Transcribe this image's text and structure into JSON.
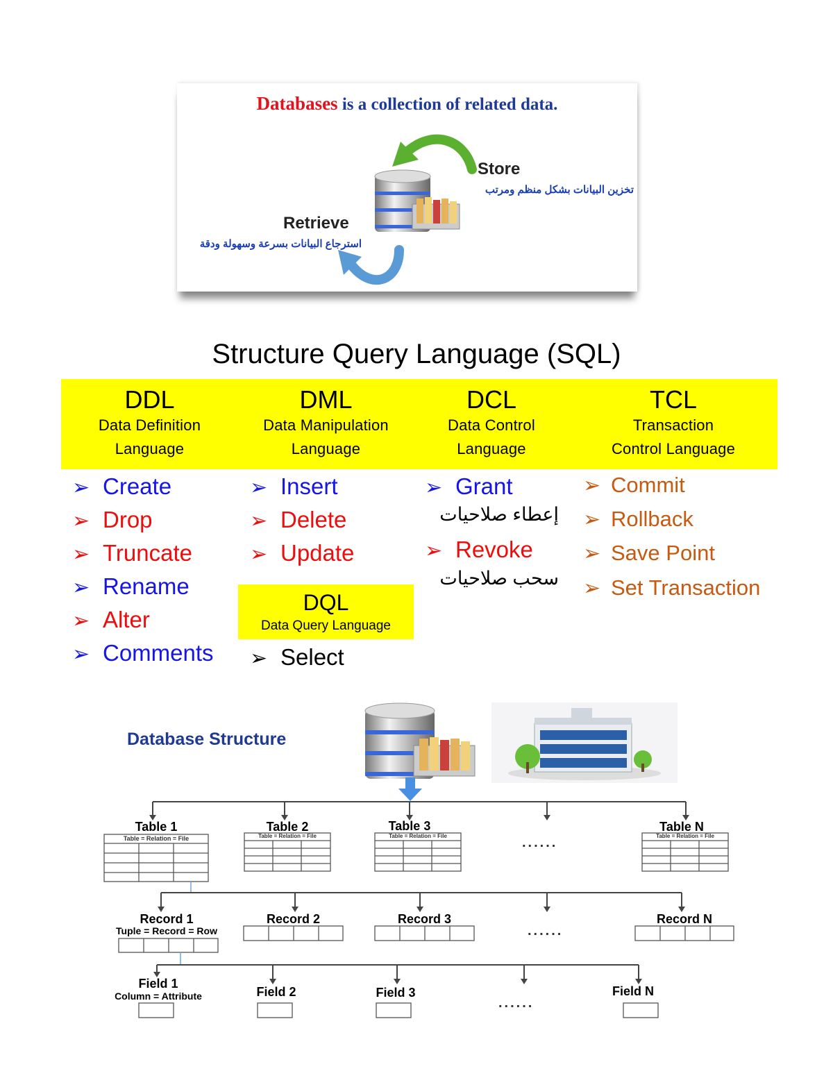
{
  "intro": {
    "headline_red": "Databases",
    "headline_rest": " is a collection of related data.",
    "store_label": "Store",
    "store_arabic": "تخزين البيانات بشكل منظم ومرتب",
    "retrieve_label": "Retrieve",
    "retrieve_arabic": "استرجاع البيانات بسرعة وسهولة ودقة"
  },
  "sql": {
    "title": "Structure Query Language (SQL)",
    "categories": [
      {
        "abbr": "DDL",
        "line1": "Data Definition",
        "line2": "Language"
      },
      {
        "abbr": "DML",
        "line1": "Data Manipulation",
        "line2": "Language"
      },
      {
        "abbr": "DCL",
        "line1": "Data Control",
        "line2": "Language"
      },
      {
        "abbr": "TCL",
        "line1": "Transaction",
        "line2": "Control Language"
      }
    ],
    "ddl_items": [
      "Create",
      "Drop",
      "Truncate",
      "Rename",
      "Alter",
      "Comments"
    ],
    "dml_items": [
      "Insert",
      "Delete",
      "Update"
    ],
    "dcl_items": [
      "Grant",
      "Revoke"
    ],
    "dcl_arabic": [
      "إعطاء صلاحيات",
      "سحب صلاحيات"
    ],
    "tcl_items": [
      "Commit",
      "Rollback",
      "Save Point",
      "Set Transaction"
    ],
    "dql": {
      "abbr": "DQL",
      "full": "Data Query Language",
      "items": [
        "Select"
      ]
    },
    "bullet": "➢",
    "colors": {
      "blue": "#1515e8",
      "red": "#ee0d0d",
      "brown": "#c65a11",
      "yellow": "#ffff00"
    }
  },
  "structure": {
    "title": "Database Structure",
    "tables": [
      "Table 1",
      "Table 2",
      "Table 3",
      "Table N"
    ],
    "table_sub": "Table = Relation = File",
    "records": [
      "Record 1",
      "Record 2",
      "Record 3",
      "Record N"
    ],
    "record_sub": "Tuple = Record = Row",
    "fields": [
      "Field 1",
      "Field 2",
      "Field 3",
      "Field N"
    ],
    "field_sub": "Column = Attribute",
    "ellipsis": "......"
  }
}
